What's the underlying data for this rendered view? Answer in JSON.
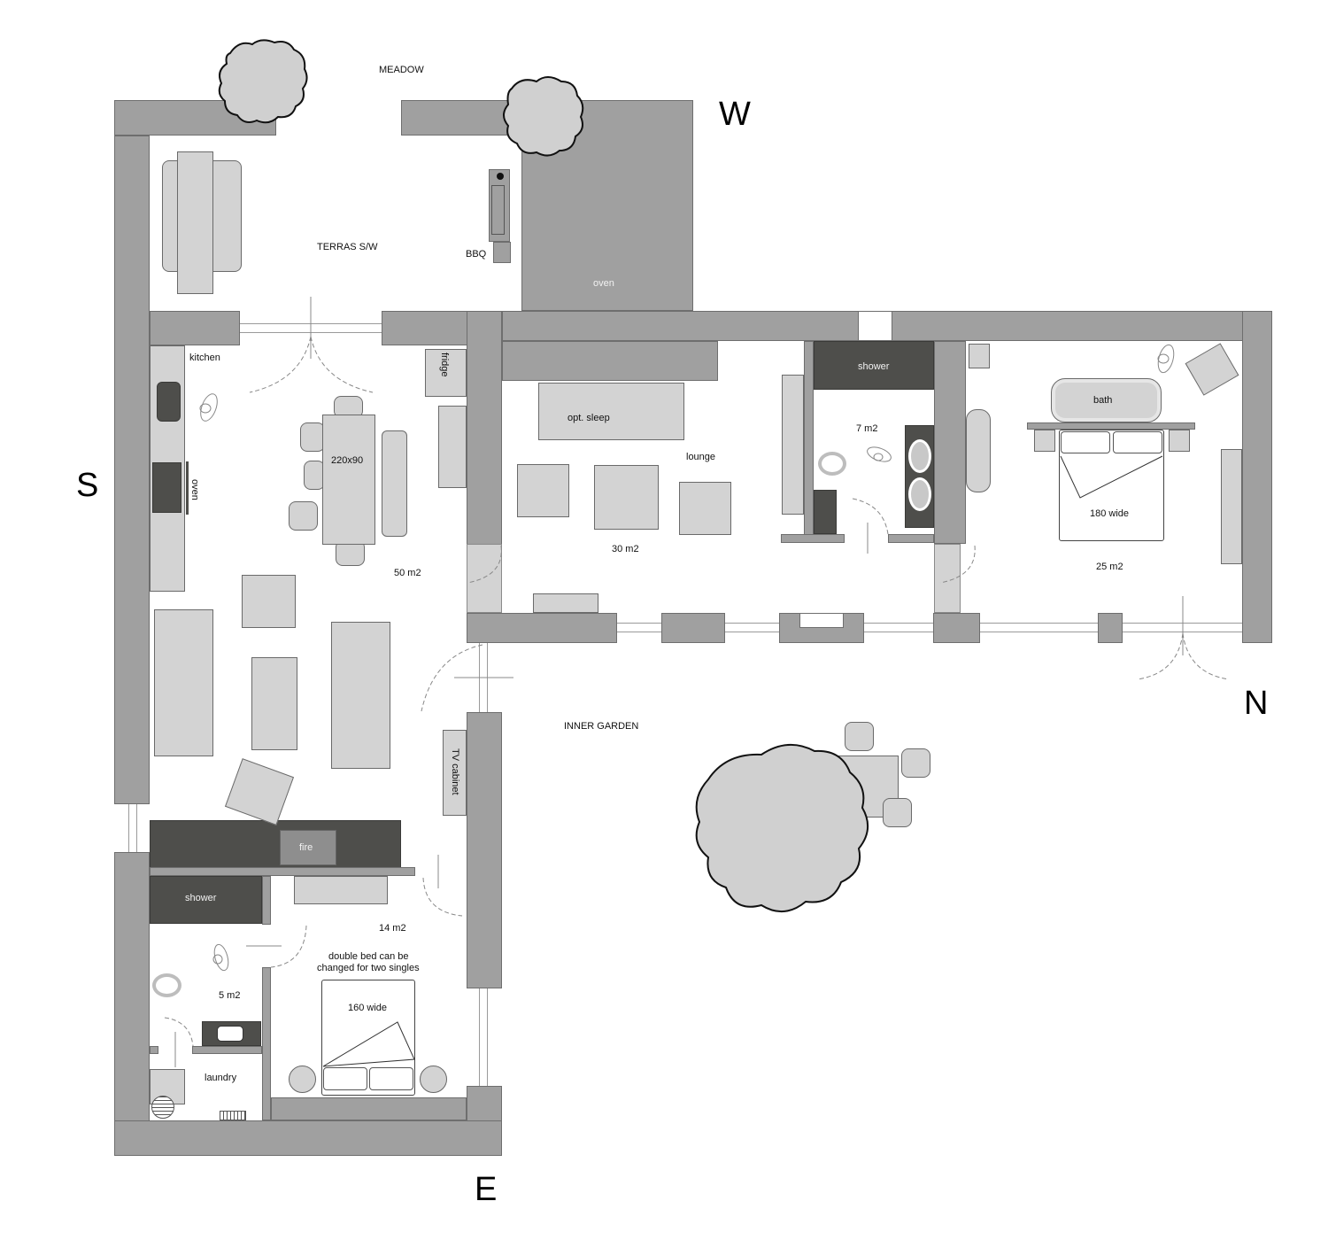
{
  "compass": {
    "north": "N",
    "south": "S",
    "east": "E",
    "west": "W"
  },
  "outdoor": {
    "meadow": "MEADOW",
    "terrace": "TERRAS S/W",
    "bbq": "BBQ",
    "oven": "oven",
    "inner_garden": "INNER GARDEN"
  },
  "living": {
    "kitchen": "kitchen",
    "oven": "oven",
    "fridge": "fridge",
    "table": "220x90",
    "area": "50 m2",
    "tv_cabinet": "TV cabinet",
    "fire": "fire"
  },
  "lounge": {
    "sofa": "opt. sleep",
    "label": "lounge",
    "area": "30 m2"
  },
  "bathroom_north": {
    "shower": "shower",
    "area": "7 m2"
  },
  "master_bedroom": {
    "bath": "bath",
    "bed": "180 wide",
    "area": "25 m2"
  },
  "bathroom_east": {
    "shower": "shower",
    "area": "5 m2",
    "laundry": "laundry"
  },
  "guest_bedroom": {
    "area": "14 m2",
    "note_line1": "double bed can be",
    "note_line2": "changed for two singles",
    "bed": "160 wide"
  },
  "colors": {
    "wall": "#a0a0a0",
    "dark_fixture": "#4e4e4b",
    "furniture": "#d3d3d3",
    "background": "#ffffff"
  }
}
